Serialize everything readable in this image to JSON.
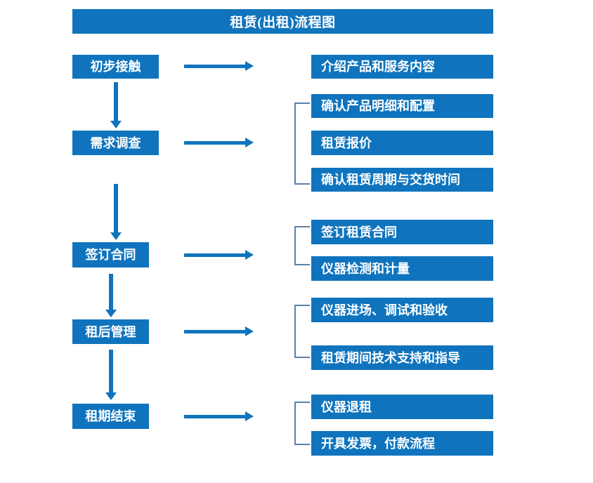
{
  "diagram": {
    "title": "租赁(出租)流程图",
    "colors": {
      "box_blue": "#0f74bd",
      "arrow_blue": "#0f74bd",
      "bracket_blue": "#5b80a8",
      "text_white": "#ffffff",
      "background": "#ffffff"
    },
    "stages": [
      {
        "id": "stage-1",
        "label": "初步接触",
        "details": [
          "介绍产品和服务内容"
        ]
      },
      {
        "id": "stage-2",
        "label": "需求调查",
        "details": [
          "确认产品明细和配置",
          "租赁报价",
          "确认租赁周期与交货时间"
        ]
      },
      {
        "id": "stage-3",
        "label": "签订合同",
        "details": [
          "签订租赁合同",
          "仪器检测和计量"
        ]
      },
      {
        "id": "stage-4",
        "label": "租后管理",
        "details": [
          "仪器进场、调试和验收",
          "租赁期间技术支持和指导"
        ]
      },
      {
        "id": "stage-5",
        "label": "租期结束",
        "details": [
          "仪器退租",
          "开具发票，付款流程"
        ]
      }
    ],
    "detail_boxes": [
      "介绍产品和服务内容",
      "确认产品明细和配置",
      "租赁报价",
      "确认租赁周期与交货时间",
      "签订租赁合同",
      "仪器检测和计量",
      "仪器进场、调试和验收",
      "租赁期间技术支持和指导",
      "仪器退租",
      "开具发票，付款流程"
    ]
  }
}
